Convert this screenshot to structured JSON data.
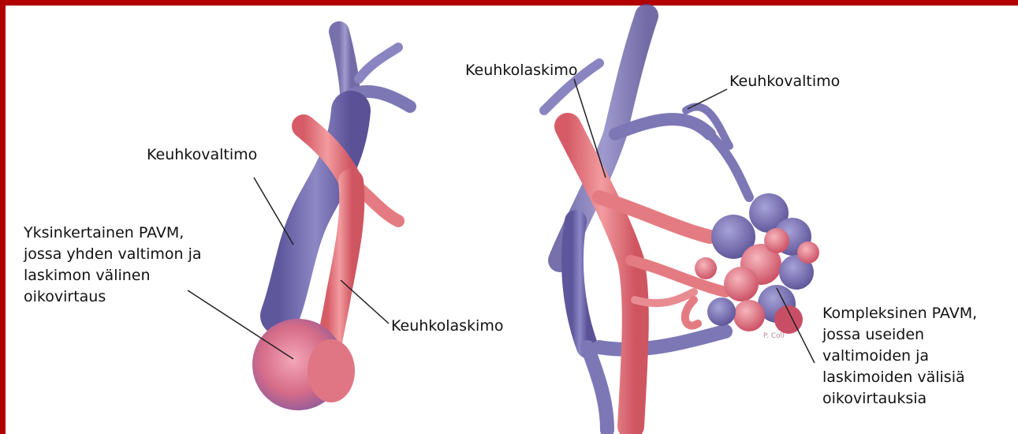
{
  "frame_color": "#b00000",
  "colors": {
    "vein_blue": "#7f78b8",
    "vein_dark": "#5a4f94",
    "artery_red": "#e4767c",
    "artery_dark": "#c94b56",
    "sac_pink": "#d86b84"
  },
  "left_panel": {
    "label_artery": "Keuhkovaltimo",
    "label_simple": "Yksinkertainen PAVM,\njossa yhden valtimon ja\nlaskimon välinen\noikovirtaus",
    "label_vein": "Keuhkolaskimo"
  },
  "right_panel": {
    "label_vein": "Keuhkolaskimo",
    "label_artery": "Keuhkovaltimo",
    "label_complex": "Kompleksinen PAVM,\njossa useiden\nvaltimoiden ja\nlaskimoiden välisiä\noikovirtauksia"
  }
}
